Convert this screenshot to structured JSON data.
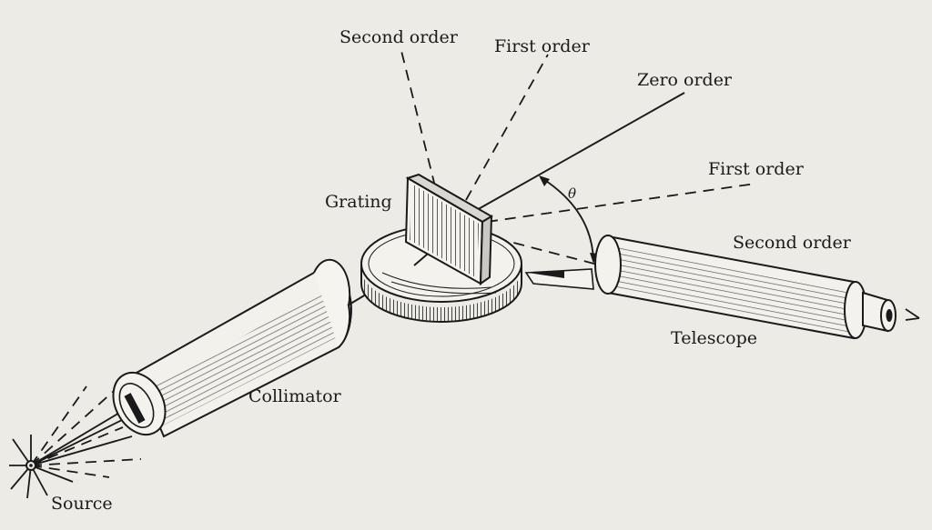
{
  "labels": {
    "second_order_top": "Second order",
    "first_order_top": "First order",
    "zero_order": "Zero order",
    "first_order_right": "First order",
    "second_order_right": "Second order",
    "grating": "Grating",
    "theta": "θ",
    "telescope": "Telescope",
    "collimator": "Collimator",
    "source": "Source"
  },
  "colors": {
    "paper": "#ecebe6",
    "ink": "#1a1a1a"
  }
}
